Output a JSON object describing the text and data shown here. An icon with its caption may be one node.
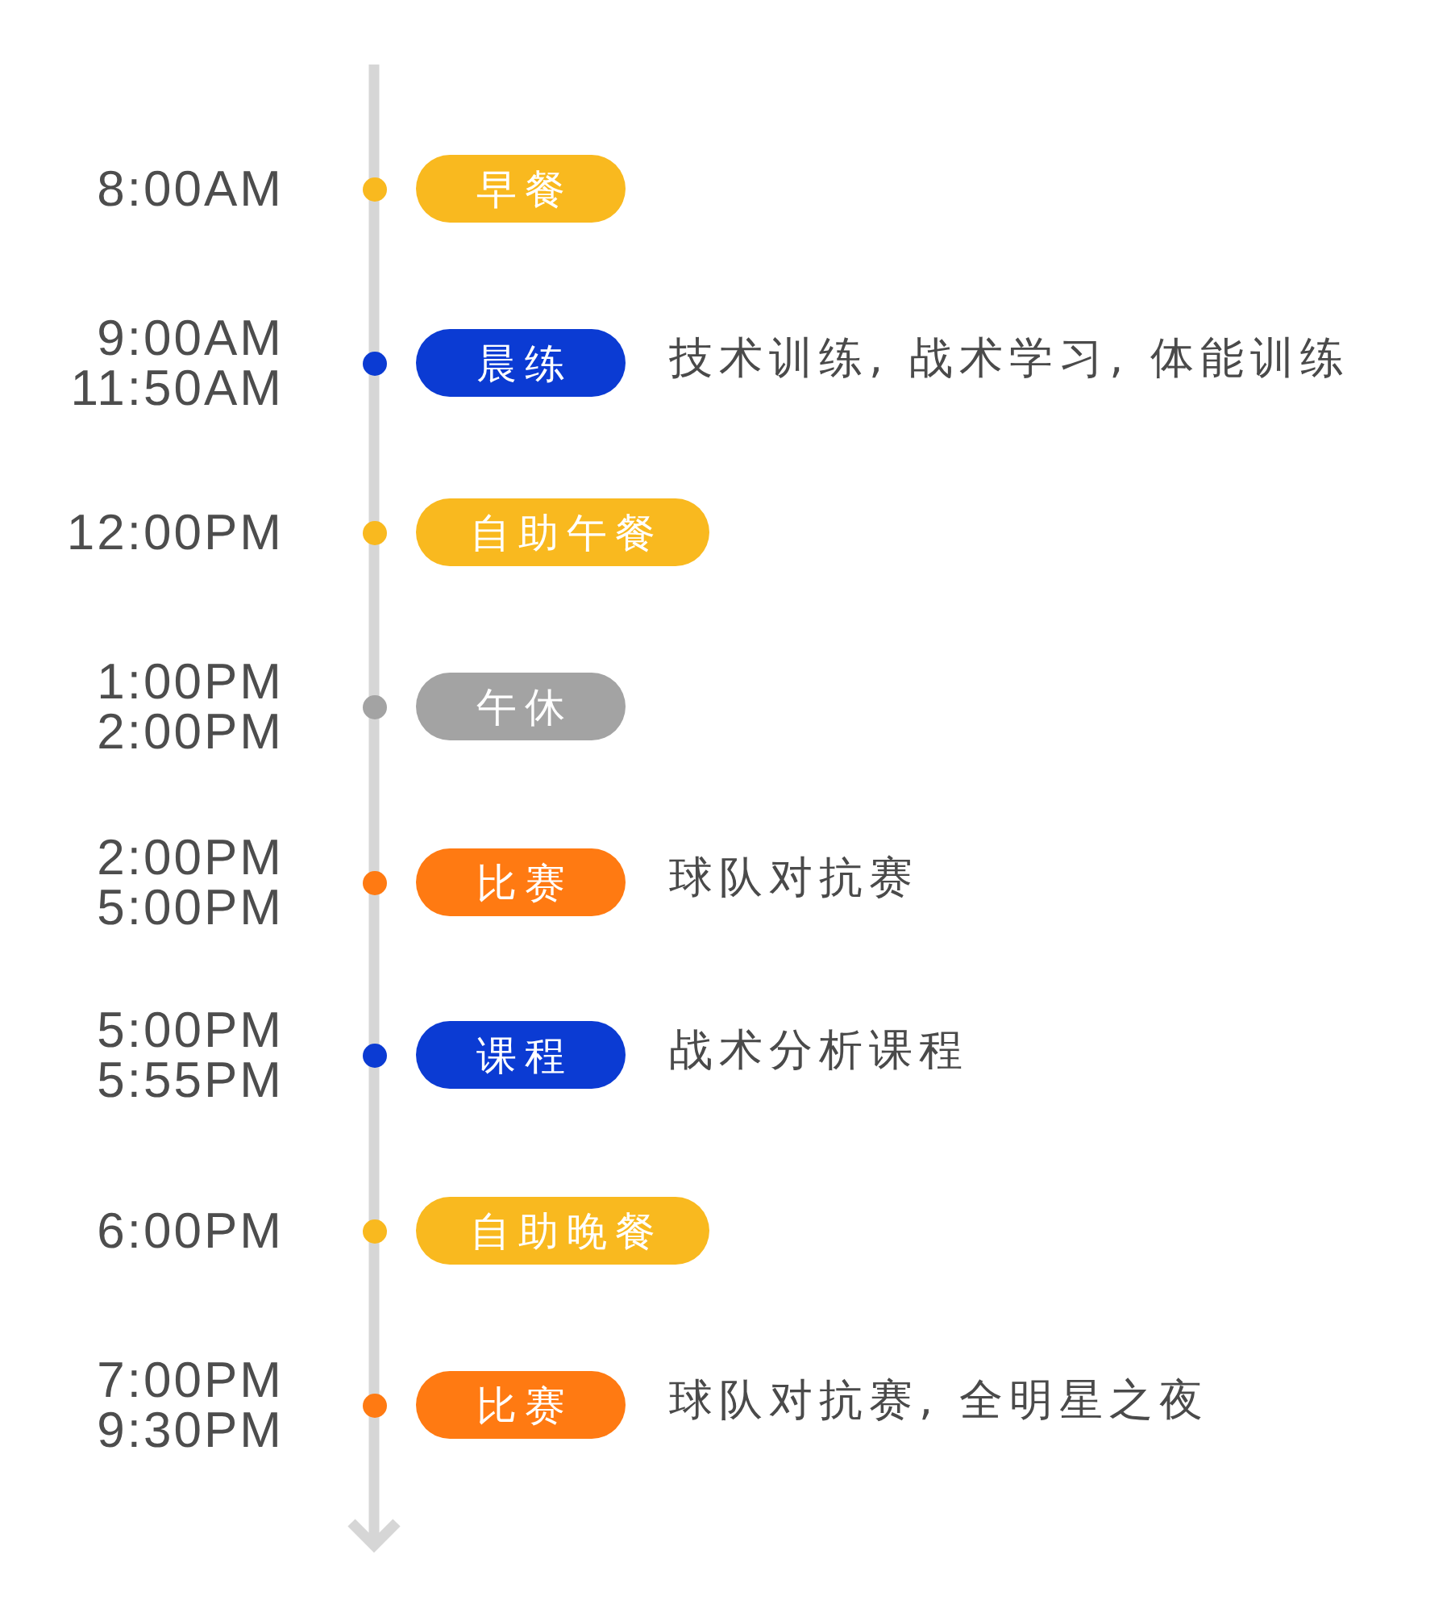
{
  "diagram": {
    "nodes": [
      {
        "text": [
          "早餐"
        ],
        "beside": [
          "8:00AM"
        ]
      },
      {
        "text": [
          "晨练"
        ],
        "beside": [
          "9:00AM 11:50AM",
          "技术训练, 战术学习, 体能训练"
        ]
      },
      {
        "text": [
          "自助午餐"
        ],
        "beside": [
          "12:00PM"
        ]
      },
      {
        "text": [
          "午休"
        ],
        "beside": [
          "1:00PM 2:00PM"
        ]
      },
      {
        "text": [
          "比赛"
        ],
        "beside": [
          "2:00PM 5:00PM",
          "球队对抗赛"
        ]
      },
      {
        "text": [
          "课程"
        ],
        "beside": [
          "5:00PM 5:55PM",
          "战术分析课程"
        ]
      },
      {
        "text": [
          "自助晚餐"
        ],
        "beside": [
          "6:00PM"
        ]
      },
      {
        "text": [
          "比赛"
        ],
        "beside": [
          "7:00PM 9:30PM",
          "球队对抗赛, 全明星之夜"
        ]
      }
    ]
  }
}
